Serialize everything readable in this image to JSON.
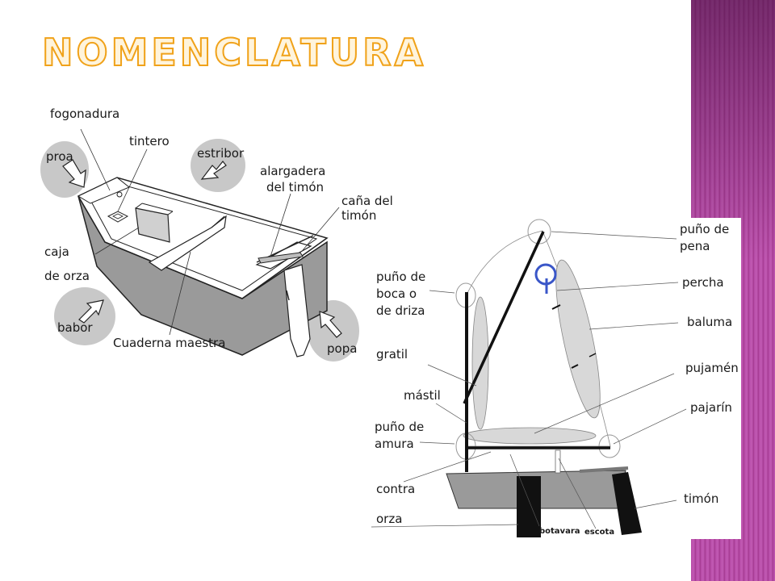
{
  "title": "NOMENCLATURA",
  "colors": {
    "title_fill": "#fff4dc",
    "title_stroke": "#f0a21a",
    "hull_gray": "#9a9a9a",
    "accent_bar": "#b54aa6"
  },
  "hull_labels": {
    "fogonadura": "fogonadura",
    "tintero": "tintero",
    "proa": "proa",
    "estribor": "estribor",
    "alargadera_1": "alargadera",
    "alargadera_2": "del timón",
    "cana_1": "caña del",
    "cana_2": "timón",
    "caja_1": "caja",
    "caja_2": "de orza",
    "babor": "babor",
    "cuaderna": "Cuaderna maestra",
    "popa": "popa"
  },
  "sail_labels": {
    "puno_pena_1": "puño de",
    "puno_pena_2": "pena",
    "percha": "percha",
    "puno_boca_1": "puño de",
    "puno_boca_2": "boca o",
    "puno_boca_3": "de driza",
    "baluma": "baluma",
    "gratil": "gratil",
    "pujamen": "pujamén",
    "mastil": "mástil",
    "pajarin": "pajarín",
    "puno_amura_1": "puño de",
    "puno_amura_2": "amura",
    "contra": "contra",
    "timon": "timón",
    "orza": "orza",
    "botavara": "botavara",
    "escota": "escota"
  }
}
